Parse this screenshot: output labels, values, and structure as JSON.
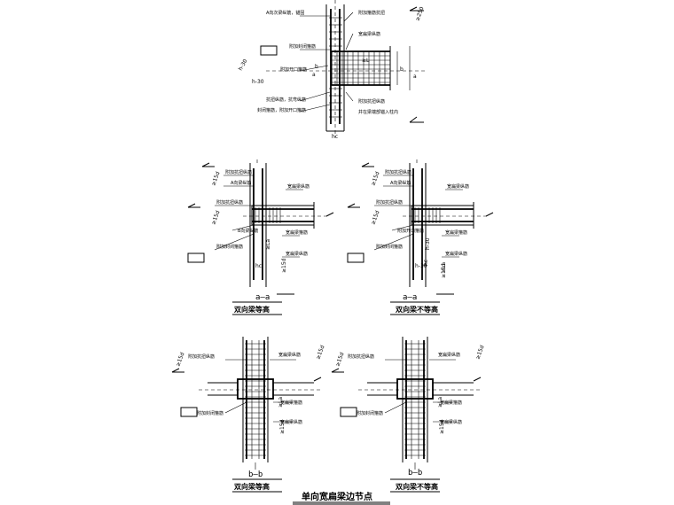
{
  "title": "单向宽扁梁边节点",
  "top_detail": {
    "labels": [
      "A向次梁纵筋，锚固",
      "附加箍筋抗扭",
      "宽扁梁纵筋",
      "附加封闭箍筋",
      "附加开口箍筋",
      "抗扭纵筋，抗弯纵筋",
      "附加抗扭纵筋",
      "封闭箍筋，附加开口箍筋",
      "并在梁端部锚入柱内"
    ],
    "dims": [
      "≥250",
      "≥L",
      "b",
      "a",
      "h-30",
      "h-30",
      "a",
      "b",
      "hc"
    ]
  },
  "sections": [
    {
      "section_label": "a—a",
      "caption": "双向梁等高",
      "labels": [
        "附加抗扭纵筋",
        "A向梁纵筋",
        "附加抗扭纵筋",
        "B向梁纵筋",
        "附加封闭箍筋",
        "宽扁梁纵筋",
        "宽扁梁箍筋",
        "宽扁梁纵筋"
      ],
      "dims": [
        "≥15d",
        "≥15d",
        "≥La",
        "hc",
        "≥15d"
      ]
    },
    {
      "section_label": "a—a",
      "caption": "双向梁不等高",
      "labels": [
        "附加抗扭纵筋",
        "A向梁纵筋",
        "附加抗扭纵筋",
        "附加开口箍筋",
        "附加封闭箍筋",
        "宽扁梁纵筋",
        "宽扁梁箍筋",
        "宽扁梁纵筋"
      ],
      "dims": [
        "≥15d",
        "≥15d",
        "h-30",
        "h-30",
        "≥La",
        "hc",
        "≥15d"
      ]
    },
    {
      "section_label": "b—b",
      "caption": "双向梁等高",
      "labels": [
        "附加抗扭纵筋",
        "宽扁梁纵筋",
        "附加封闭箍筋",
        "宽扁梁箍筋",
        "宽扁梁纵筋"
      ],
      "dims": [
        "≥15d",
        "≥15d",
        "≥La",
        "≥15d"
      ]
    },
    {
      "section_label": "b—b",
      "caption": "双向梁不等高",
      "labels": [
        "附加抗扭纵筋",
        "宽扁梁纵筋",
        "附加封闭箍筋",
        "宽扁梁箍筋",
        "宽扁梁纵筋"
      ],
      "dims": [
        "≥15d",
        "≥15d",
        "≥La",
        "≥15d"
      ]
    }
  ]
}
